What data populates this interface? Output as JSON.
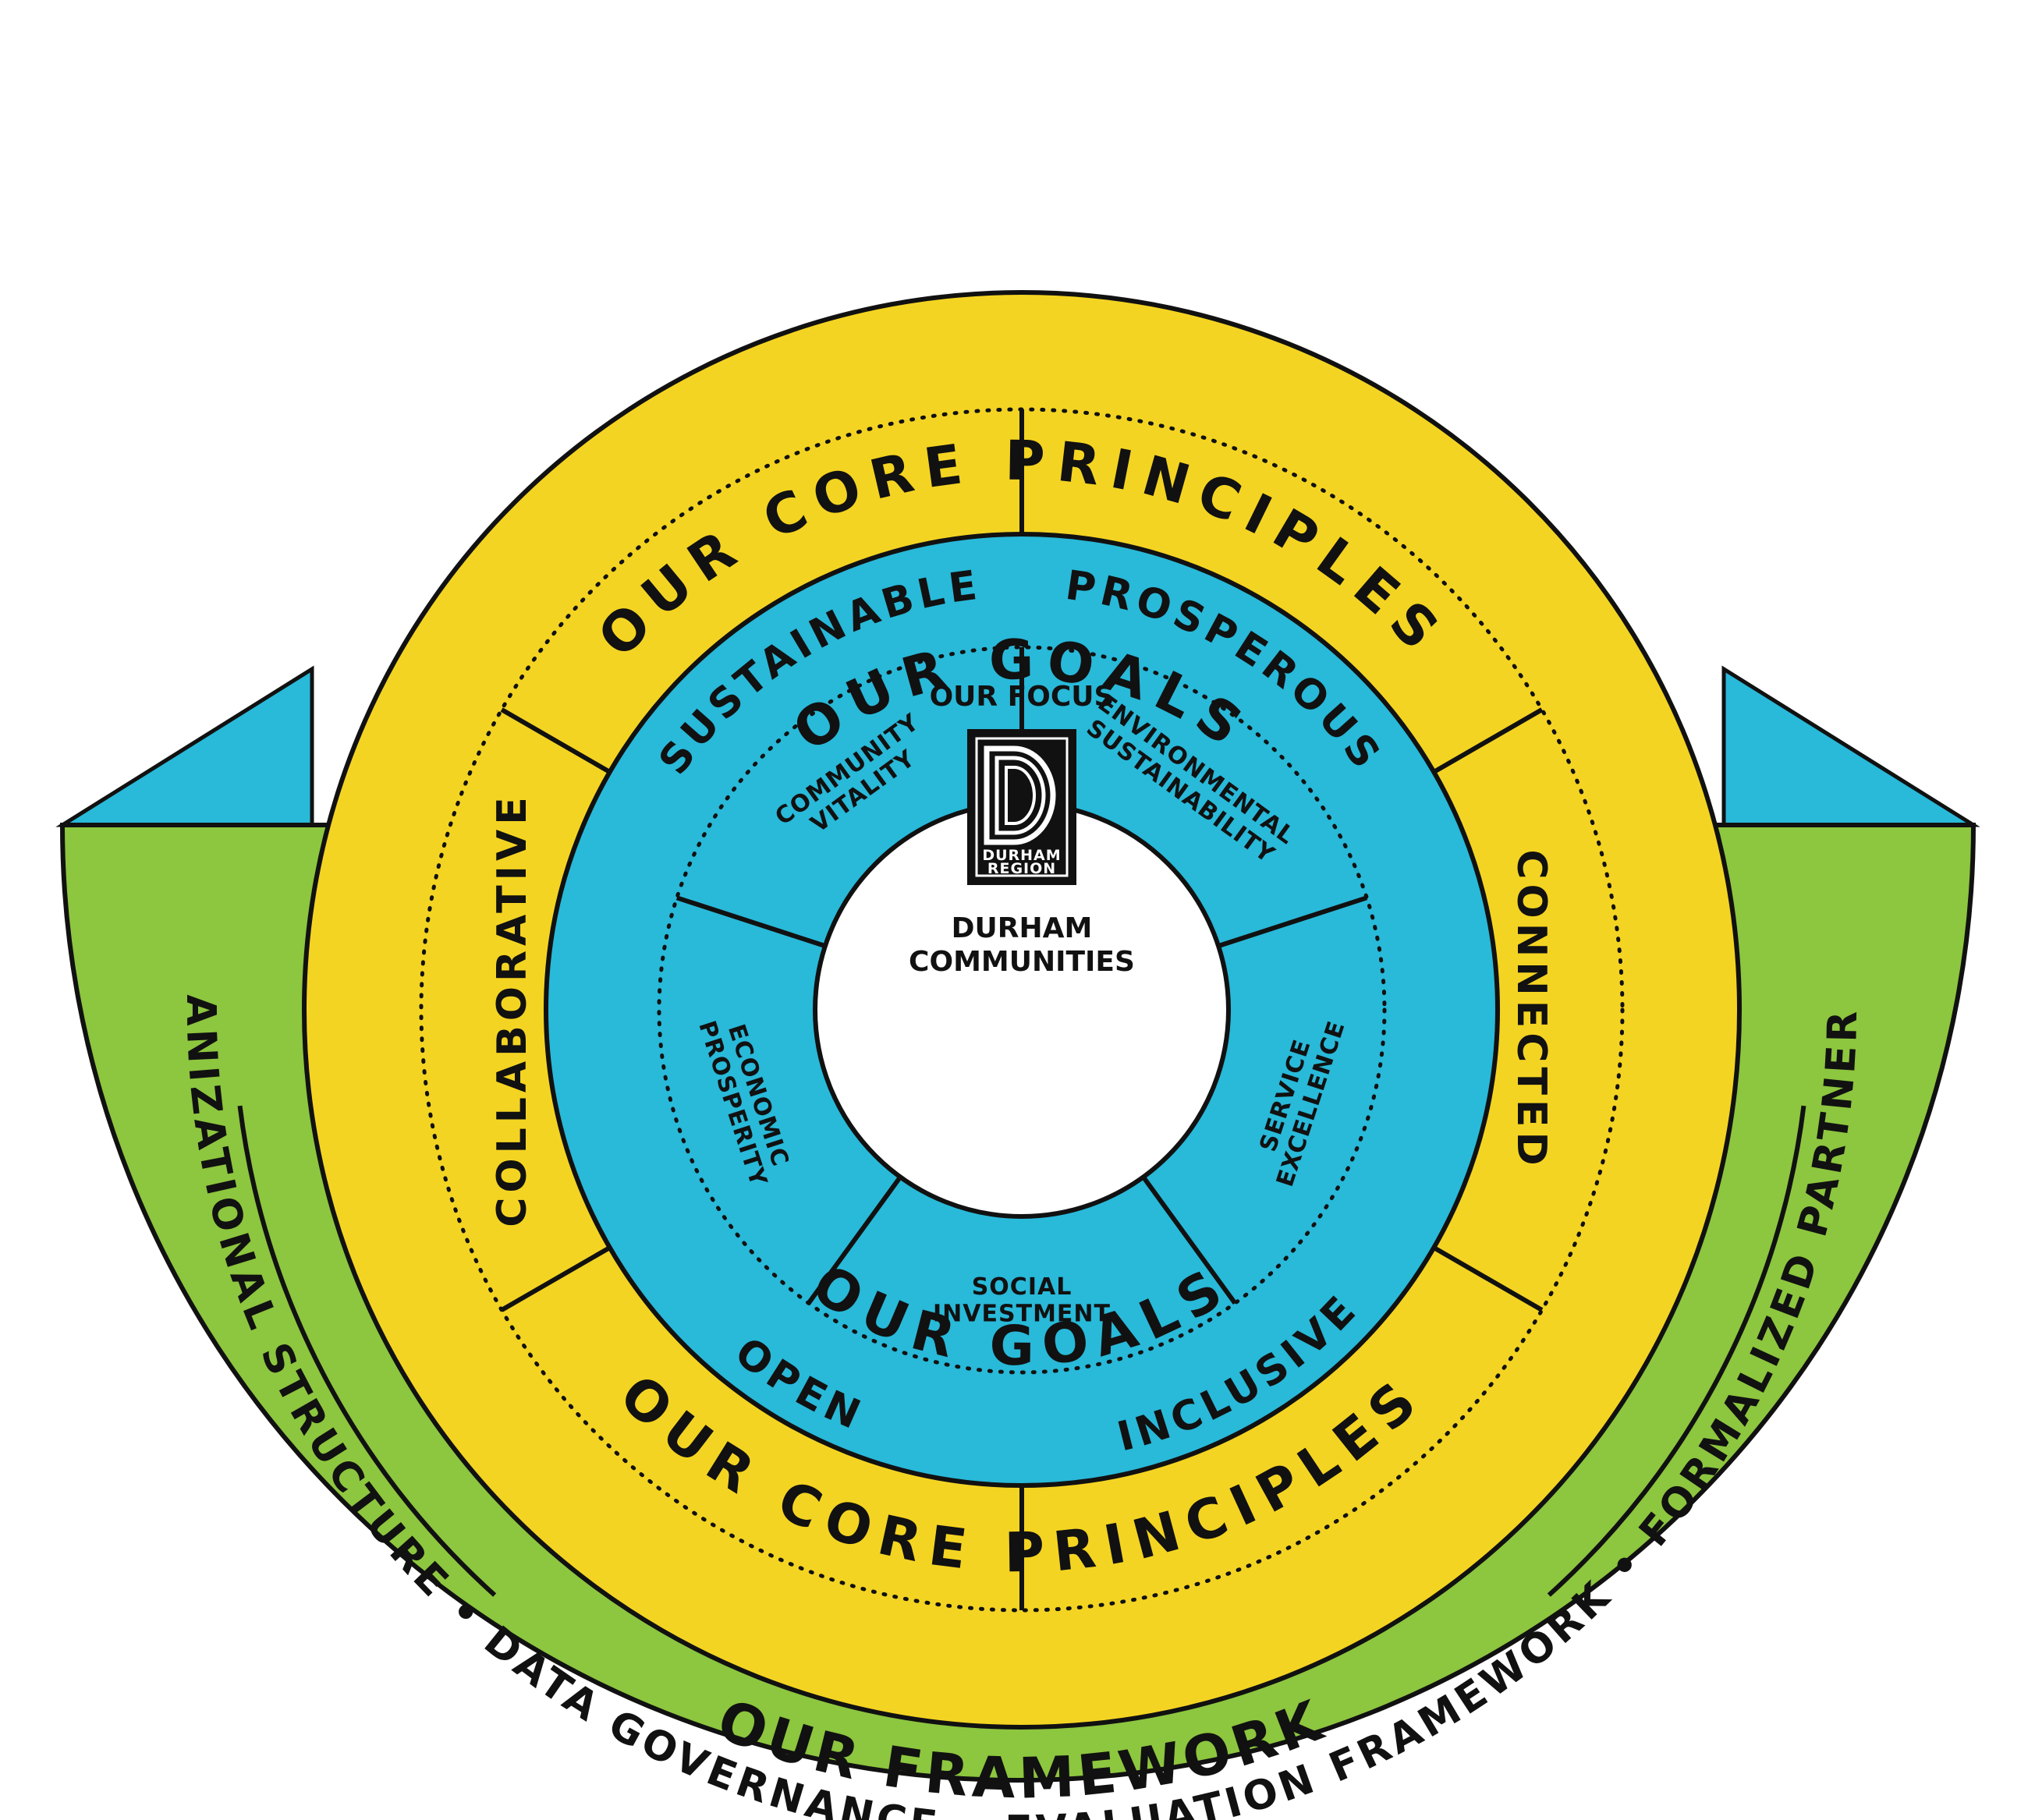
{
  "colors": {
    "yellow": "#f4d422",
    "blue": "#29b9d9",
    "green": "#8dc63f",
    "dark": "#111111",
    "white": "#ffffff"
  },
  "core_principles": {
    "title": "OUR CORE PRINCIPLES",
    "items": [
      "SUSTAINABLE",
      "PROSPEROUS",
      "CONNECTED",
      "INCLUSIVE",
      "OPEN",
      "COLLABORATIVE"
    ]
  },
  "goals": {
    "title": "OUR GOALS",
    "items": [
      {
        "lines": [
          "COMMUNITY",
          "VITALITY"
        ]
      },
      {
        "lines": [
          "ENVIRONMENTAL",
          "SUSTAINABILITY"
        ]
      },
      {
        "lines": [
          "SERVICE",
          "EXCELLENCE"
        ]
      },
      {
        "lines": [
          "SOCIAL",
          "INVESTMENT"
        ]
      },
      {
        "lines": [
          "ECONOMIC",
          "PROSPERITY"
        ]
      }
    ]
  },
  "focus": {
    "title": "OUR FOCUS",
    "logo_line1": "DURHAM",
    "logo_line2": "REGION",
    "subtitle_line1": "DURHAM",
    "subtitle_line2": "COMMUNITIES"
  },
  "framework": {
    "title": "OUR FRAMEWORK",
    "items": [
      "ORGANIZATIONAL STRUCTURE",
      "DATA GOVERNANCE",
      "EVALUATION FRAMEWORK",
      "FORMALIZED PARTNERSHIP"
    ],
    "separator": "•"
  }
}
